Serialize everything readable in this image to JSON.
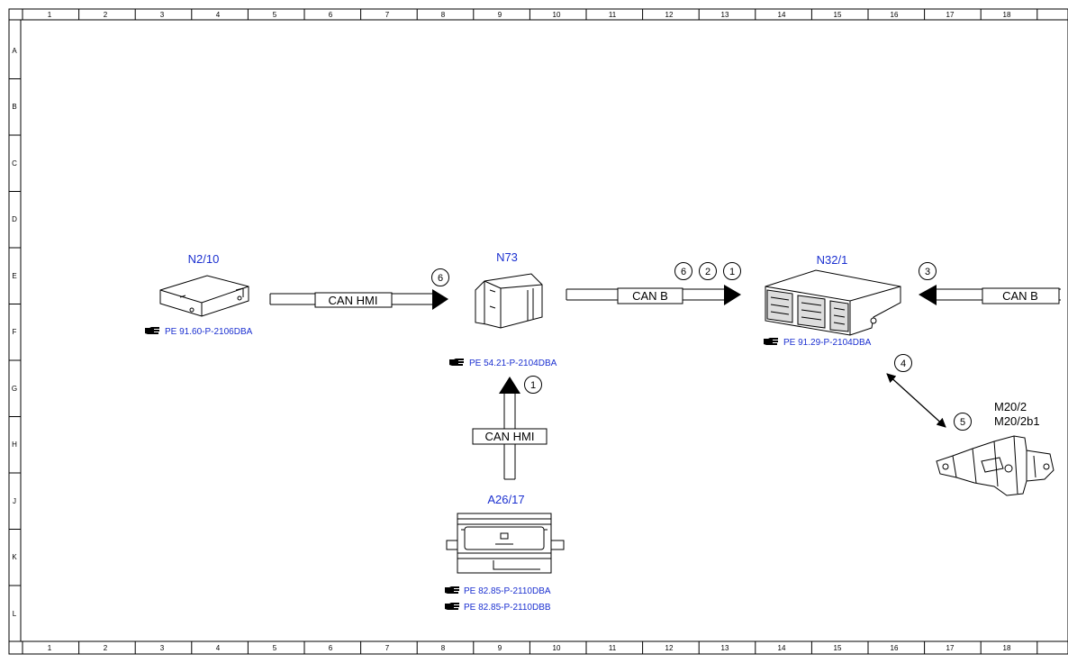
{
  "border": {
    "col_numbers": [
      "1",
      "2",
      "3",
      "4",
      "5",
      "6",
      "7",
      "8",
      "9",
      "10",
      "11",
      "12",
      "13",
      "14",
      "15",
      "16",
      "17",
      "18"
    ],
    "row_letters": [
      "A",
      "B",
      "C",
      "D",
      "E",
      "F",
      "G",
      "H",
      "J",
      "K",
      "L"
    ]
  },
  "components": {
    "n2_10": {
      "label": "N2/10",
      "refs": [
        "PE 91.60-P-2106DBA"
      ]
    },
    "n73": {
      "label": "N73",
      "refs": [
        "PE 54.21-P-2104DBA"
      ]
    },
    "n32_1": {
      "label": "N32/1",
      "refs": [
        "PE 91.29-P-2104DBA"
      ]
    },
    "a26_17": {
      "label": "A26/17",
      "refs": [
        "PE 82.85-P-2110DBA",
        "PE 82.85-P-2110DBB"
      ]
    },
    "m20": {
      "labels": [
        "M20/2",
        "M20/2b1"
      ]
    }
  },
  "buses": {
    "can_hmi_left": "CAN HMI",
    "can_hmi_vertical": "CAN HMI",
    "can_b_middle": "CAN B",
    "can_b_right": "CAN B"
  },
  "markers": {
    "n73_in": "6",
    "can_b_a": "6",
    "can_b_b": "2",
    "can_b_c": "1",
    "n73_up": "1",
    "right_in": "3",
    "diag_a": "4",
    "diag_b": "5"
  },
  "icons": {
    "reference": "pointing-hand-icon"
  },
  "colors": {
    "label_blue": "#1a2fd0",
    "line": "#000000"
  }
}
